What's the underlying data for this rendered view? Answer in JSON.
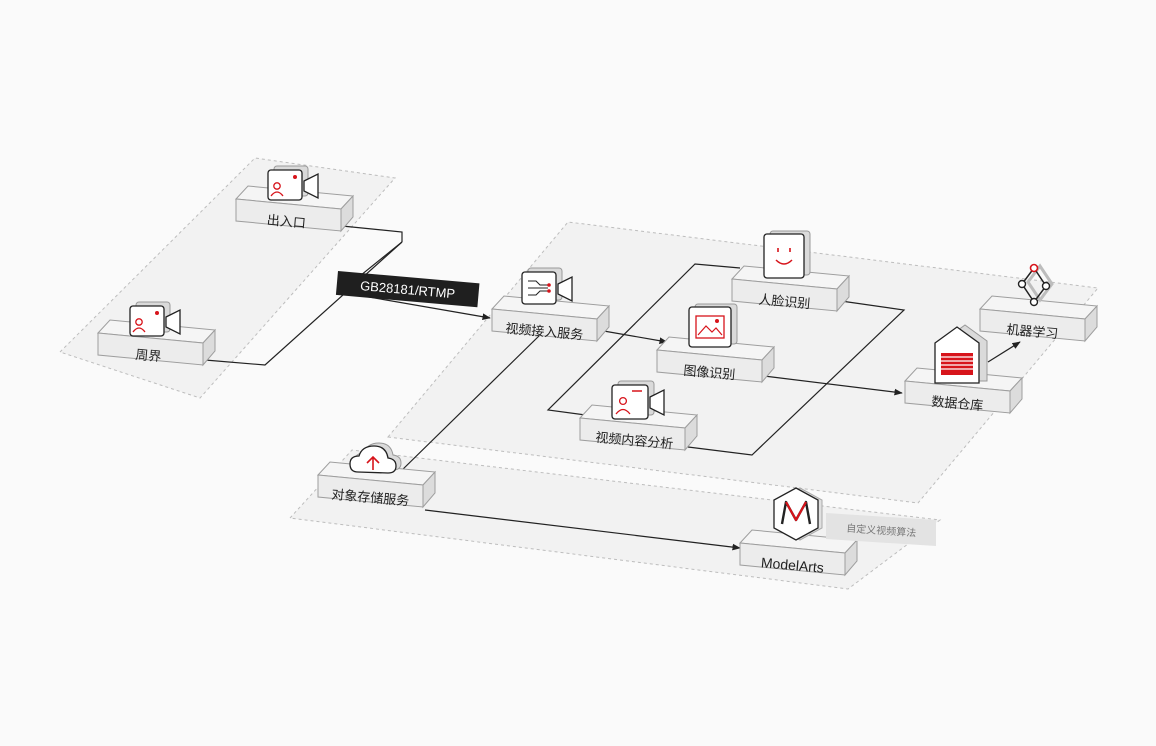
{
  "colors": {
    "accent": "#d7141b",
    "line": "#222222",
    "tag_bg": "#1f1f1f",
    "note_bg": "#e3e3e3"
  },
  "protocol_tag": "GB28181/RTMP",
  "note": "自定义视频算法",
  "nodes": {
    "entrance": {
      "label": "出入口",
      "icon": "camera-icon"
    },
    "perimeter": {
      "label": "周界",
      "icon": "camera-icon"
    },
    "access": {
      "label": "视频接入服务",
      "icon": "video-circuit-icon"
    },
    "face": {
      "label": "人脸识别",
      "icon": "face-icon"
    },
    "image": {
      "label": "图像识别",
      "icon": "image-icon"
    },
    "content": {
      "label": "视频内容分析",
      "icon": "camera-icon"
    },
    "warehouse": {
      "label": "数据仓库",
      "icon": "warehouse-icon"
    },
    "ml": {
      "label": "机器学习",
      "icon": "network-icon"
    },
    "storage": {
      "label": "对象存储服务",
      "icon": "cloud-upload-icon"
    },
    "modelarts": {
      "label": "ModelArts",
      "icon": "modelarts-logo-icon"
    }
  }
}
